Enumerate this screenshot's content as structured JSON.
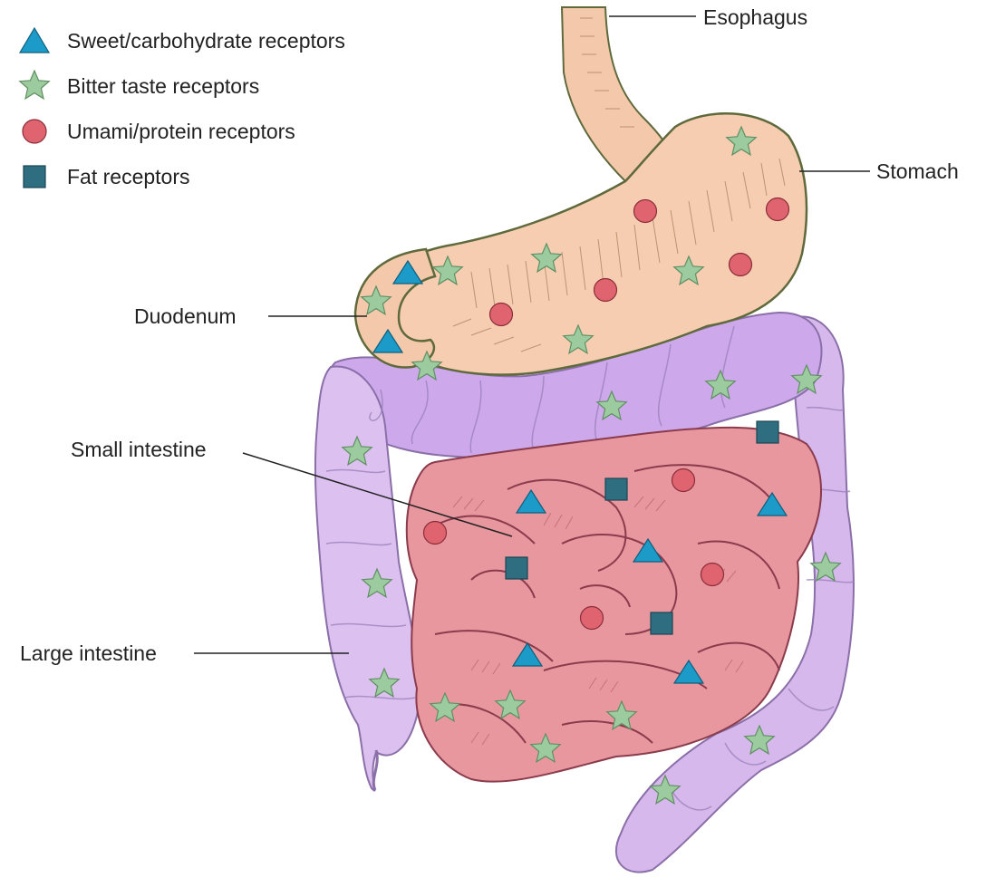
{
  "legend": [
    {
      "key": "sweet",
      "label": "Sweet/carbohydrate receptors",
      "icon": "triangle-icon",
      "color": "#1d9bc8"
    },
    {
      "key": "bitter",
      "label": "Bitter taste receptors",
      "icon": "star-icon",
      "color": "#9ccb9f"
    },
    {
      "key": "umami",
      "label": "Umami/protein receptors",
      "icon": "circle-icon",
      "color": "#e06470"
    },
    {
      "key": "fat",
      "label": "Fat receptors",
      "icon": "square-icon",
      "color": "#2f6e80"
    }
  ],
  "labels": {
    "esophagus": "Esophagus",
    "stomach": "Stomach",
    "duodenum": "Duodenum",
    "small_intestine": "Small intestine",
    "large_intestine": "Large intestine"
  },
  "colors": {
    "stomach_fill": "#f6cdb0",
    "stomach_stroke": "#5f6a3c",
    "small_fill": "#e7959d",
    "small_stroke": "#8a3b4c",
    "large_fill": "#cfaee8",
    "large_stroke": "#8a6fa8"
  }
}
